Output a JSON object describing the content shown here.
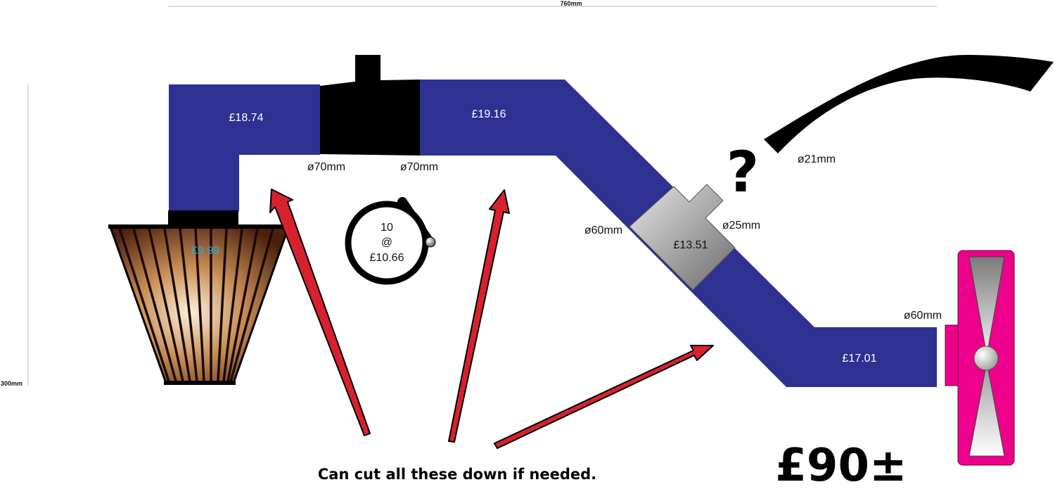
{
  "dimensions": {
    "width": "760mm",
    "height": "300mm"
  },
  "parts": {
    "intake_pipe_price": "£18.74",
    "filter_price": "£9.99",
    "upper_pipe_price": "£19.16",
    "tee_price": "£13.51",
    "lower_pipe_price": "£17.01"
  },
  "diameters": {
    "coupler_left": "ø70mm",
    "coupler_right": "ø70mm",
    "pipe_diag": "ø60mm",
    "tee_branch": "ø25mm",
    "hose": "ø21mm",
    "fan": "ø60mm"
  },
  "clamp": {
    "qty": "10",
    "at": "@",
    "price": "£10.66"
  },
  "question": "?",
  "note": "Can cut all these down if needed.",
  "total": "£90±",
  "colors": {
    "pipe": "#2e3192",
    "coupler": "#000000",
    "fan_housing": "#ec008c",
    "arrow": "#d7212e",
    "filter_price_text": "#29abe2"
  }
}
